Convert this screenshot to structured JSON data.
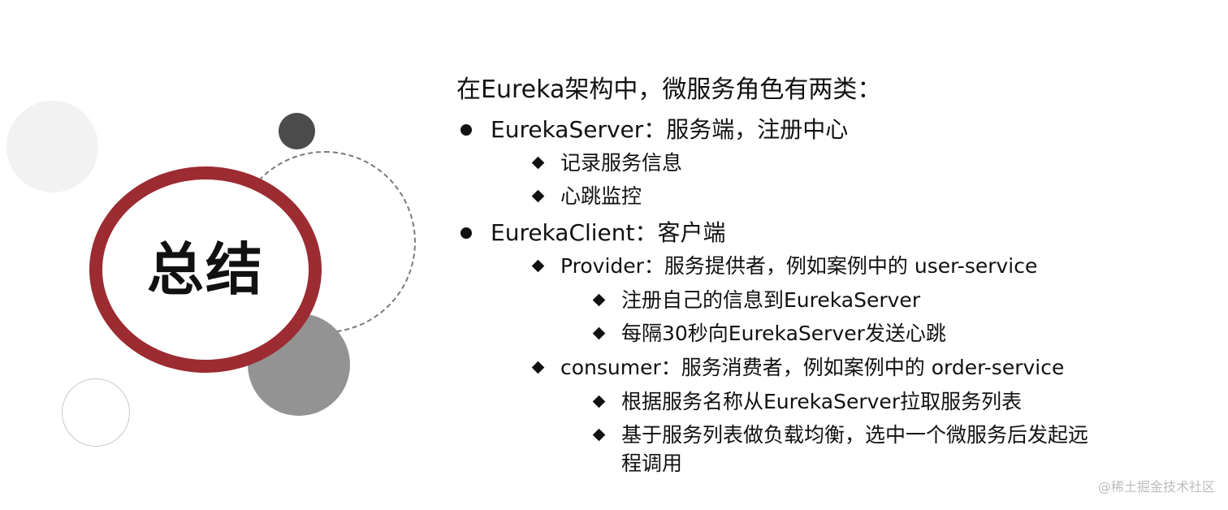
{
  "slide": {
    "title": "总结",
    "intro": "在Eureka架构中，微服务角色有两类：",
    "items": [
      {
        "label": "EurekaServer：服务端，注册中心",
        "subitems": [
          {
            "label": "记录服务信息"
          },
          {
            "label": "心跳监控"
          }
        ]
      },
      {
        "label": "EurekaClient：客户端",
        "subitems": [
          {
            "label": "Provider：服务提供者，例如案例中的 user-service",
            "details": [
              "注册自己的信息到EurekaServer",
              "每隔30秒向EurekaServer发送心跳"
            ]
          },
          {
            "label": "consumer：服务消费者，例如案例中的 order-service",
            "details": [
              "根据服务名称从EurekaServer拉取服务列表",
              "基于服务列表做负载均衡，选中一个微服务后发起远",
              "程调用"
            ]
          }
        ]
      }
    ]
  },
  "watermark": "@稀土掘金技术社区",
  "colors": {
    "accent_ring": "#9c2b32",
    "dark_circle": "#4b4b4b",
    "gray_circle": "#939393",
    "light_circle": "#f2f2f2"
  }
}
